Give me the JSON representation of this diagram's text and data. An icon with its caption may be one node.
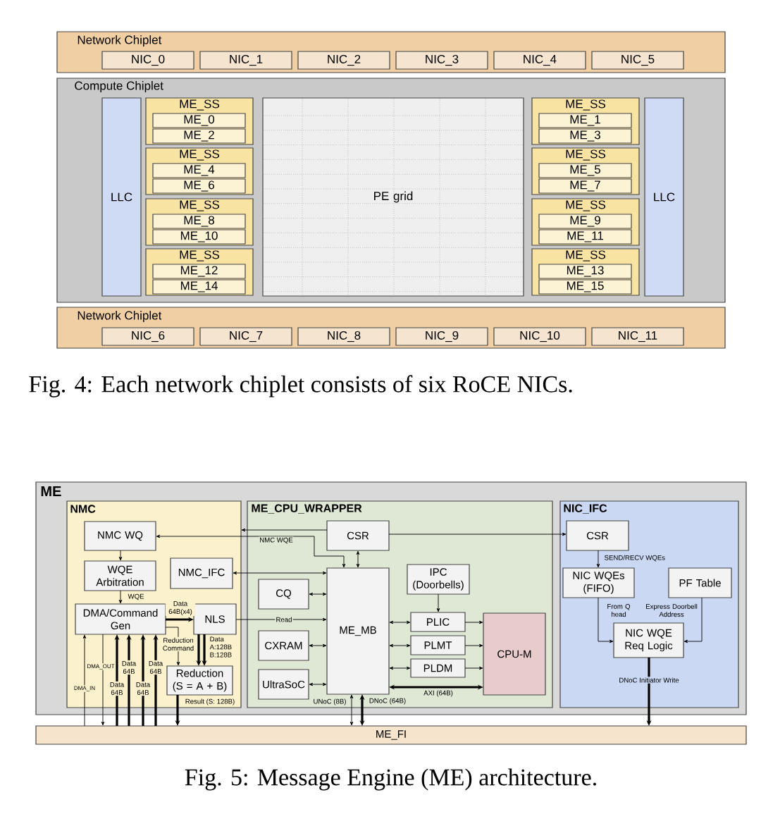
{
  "diagram": {
    "nodes": [
      {
        "text": [
          "Network Chiplet"
        ]
      },
      {
        "text": [
          "NIC_0"
        ],
        "in": 0
      },
      {
        "text": [
          "NIC_1"
        ],
        "in": 0
      },
      {
        "text": [
          "NIC_2"
        ],
        "in": 0
      },
      {
        "text": [
          "NIC_3"
        ],
        "in": 0
      },
      {
        "text": [
          "NIC_4"
        ],
        "in": 0
      },
      {
        "text": [
          "NIC_5"
        ],
        "in": 0
      },
      {
        "text": [
          "Compute Chiplet"
        ]
      },
      {
        "text": [
          "LLC"
        ],
        "in": 7
      },
      {
        "text": [
          "ME_SS"
        ],
        "in": 7
      },
      {
        "text": [
          "ME_0"
        ],
        "in": 9
      },
      {
        "text": [
          "ME_2"
        ],
        "in": 9
      },
      {
        "text": [
          "ME_SS"
        ],
        "in": 7
      },
      {
        "text": [
          "ME_4"
        ],
        "in": 12
      },
      {
        "text": [
          "ME_6"
        ],
        "in": 12
      },
      {
        "text": [
          "ME_SS"
        ],
        "in": 7
      },
      {
        "text": [
          "ME_8"
        ],
        "in": 15
      },
      {
        "text": [
          "ME_10"
        ],
        "in": 15
      },
      {
        "text": [
          "ME_SS"
        ],
        "in": 7
      },
      {
        "text": [
          "ME_12"
        ],
        "in": 18
      },
      {
        "text": [
          "ME_14"
        ],
        "in": 18
      },
      {
        "text": [
          "PE grid"
        ],
        "in": 7
      },
      {
        "text": [
          "ME_SS"
        ],
        "in": 7
      },
      {
        "text": [
          "ME_1"
        ],
        "in": 22
      },
      {
        "text": [
          "ME_3"
        ],
        "in": 22
      },
      {
        "text": [
          "ME_SS"
        ],
        "in": 7
      },
      {
        "text": [
          "ME_5"
        ],
        "in": 25
      },
      {
        "text": [
          "ME_7"
        ],
        "in": 25
      },
      {
        "text": [
          "ME_SS"
        ],
        "in": 7
      },
      {
        "text": [
          "ME_9"
        ],
        "in": 28
      },
      {
        "text": [
          "ME_11"
        ],
        "in": 28
      },
      {
        "text": [
          "ME_SS"
        ],
        "in": 7
      },
      {
        "text": [
          "ME_13"
        ],
        "in": 31
      },
      {
        "text": [
          "ME_15"
        ],
        "in": 31
      },
      {
        "text": [
          "LLC"
        ],
        "in": 7
      },
      {
        "text": [
          "Network Chiplet"
        ]
      },
      {
        "text": [
          "NIC_6"
        ],
        "in": 35
      },
      {
        "text": [
          "NIC_7"
        ],
        "in": 35
      },
      {
        "text": [
          "NIC_8"
        ],
        "in": 35
      },
      {
        "text": [
          "NIC_9"
        ],
        "in": 35
      },
      {
        "text": [
          "NIC_10"
        ],
        "in": 35
      },
      {
        "text": [
          "NIC_11"
        ],
        "in": 35
      },
      {
        "text": [
          "ME"
        ]
      },
      {
        "text": [
          "NMC"
        ],
        "in": 42
      },
      {
        "text": [
          "NMC WQ"
        ],
        "in": 43
      },
      {
        "text": [
          "WQE Arbitration"
        ],
        "in": 43
      },
      {
        "text": [
          "NMC_IFC"
        ],
        "in": 43
      },
      {
        "text": [
          "DMA/Command Gen"
        ],
        "in": 43
      },
      {
        "text": [
          "NLS"
        ],
        "in": 43
      },
      {
        "text": [
          "Reduction (S = A + B)"
        ],
        "in": 43
      },
      {
        "text": [
          "ME_CPU_WRAPPER"
        ],
        "in": 42
      },
      {
        "text": [
          "CSR"
        ],
        "in": 50
      },
      {
        "text": [
          "ME_MB"
        ],
        "in": 50
      },
      {
        "text": [
          "CQ"
        ],
        "in": 50
      },
      {
        "text": [
          "CXRAM"
        ],
        "in": 50
      },
      {
        "text": [
          "UltraSoC"
        ],
        "in": 50
      },
      {
        "text": [
          "IPC (Doorbells)"
        ],
        "in": 50
      },
      {
        "text": [
          "PLIC"
        ],
        "in": 50
      },
      {
        "text": [
          "PLMT"
        ],
        "in": 50
      },
      {
        "text": [
          "PLDM"
        ],
        "in": 50
      },
      {
        "text": [
          "CPU-M"
        ],
        "in": 50
      },
      {
        "text": [
          "NIC_IFC"
        ],
        "in": 42
      },
      {
        "text": [
          "CSR"
        ],
        "in": 61
      },
      {
        "text": [
          "NIC WQEs (FIFO)"
        ],
        "in": 61
      },
      {
        "text": [
          "PF Table"
        ],
        "in": 61
      },
      {
        "text": [
          "NIC WQE Req Logic"
        ],
        "in": 61
      },
      {
        "text": [
          "ME_FI"
        ]
      }
    ],
    "edges": [
      {
        "from": 51,
        "to": 43,
        "arrow": "to"
      },
      {
        "from": 44,
        "to": 52,
        "arrow": "both",
        "label": "NMC WQE"
      },
      {
        "from": 51,
        "to": 52,
        "arrow": "both"
      },
      {
        "from": 51,
        "to": 62,
        "arrow": "to"
      },
      {
        "from": 52,
        "to": 46,
        "arrow": "both"
      },
      {
        "from": 53,
        "to": 52,
        "arrow": "both"
      },
      {
        "from": 48,
        "to": 52,
        "arrow": "to",
        "label": "Read"
      },
      {
        "from": 54,
        "to": 52,
        "arrow": "both"
      },
      {
        "from": 55,
        "to": 52,
        "arrow": "both"
      },
      {
        "from": 56,
        "to": 57,
        "arrow": "to"
      },
      {
        "from": 52,
        "to": 57,
        "arrow": "both"
      },
      {
        "from": 52,
        "to": 58,
        "arrow": "both"
      },
      {
        "from": 52,
        "to": 59,
        "arrow": "both"
      },
      {
        "from": 57,
        "to": 60,
        "arrow": "to"
      },
      {
        "from": 58,
        "to": 60,
        "arrow": "to"
      },
      {
        "from": 59,
        "to": 60,
        "arrow": "to"
      },
      {
        "from": 52,
        "to": 60,
        "arrow": "both",
        "style": "thick",
        "label": "AXI (64B)"
      },
      {
        "from": 52,
        "to": 66,
        "arrow": "both",
        "label": "UNoC (8B)"
      },
      {
        "from": 52,
        "to": 66,
        "arrow": "both",
        "style": "thick",
        "label": "DNoC (64B)"
      },
      {
        "from": 44,
        "to": 45,
        "arrow": "to"
      },
      {
        "from": 45,
        "to": 47,
        "arrow": "to",
        "label": "WQE"
      },
      {
        "from": 47,
        "to": 48,
        "arrow": "to",
        "style": "thick",
        "label": "Data 64B(x4)"
      },
      {
        "from": 47,
        "to": 49,
        "arrow": "to",
        "label": "Reduction Command"
      },
      {
        "from": 48,
        "to": 49,
        "arrow": "to",
        "style": "thick"
      },
      {
        "from": 48,
        "to": 49,
        "arrow": "to",
        "style": "thick",
        "label": "Data A:128B B:128B"
      },
      {
        "from": 49,
        "to": 66,
        "arrow": "to",
        "style": "thick",
        "label": "Result (S: 128B)"
      },
      {
        "from": 66,
        "to": 47,
        "arrow": "to",
        "label": "DMA_IN"
      },
      {
        "from": 47,
        "to": 66,
        "arrow": "to",
        "label": "DMA_OUT"
      },
      {
        "from": 66,
        "to": 47,
        "arrow": "to",
        "style": "thick",
        "label": "Data 64B"
      },
      {
        "from": 66,
        "to": 47,
        "arrow": "to",
        "style": "thick",
        "label": "Data 64B"
      },
      {
        "from": 66,
        "to": 47,
        "arrow": "to",
        "style": "thick",
        "label": "Data 64B"
      },
      {
        "from": 66,
        "to": 47,
        "arrow": "to",
        "style": "thick",
        "label": "Data 64B"
      },
      {
        "from": 62,
        "to": 63,
        "arrow": "to",
        "label": "SEND/RECV WQEs"
      },
      {
        "from": 63,
        "to": 65,
        "arrow": "to",
        "label": "From Q head"
      },
      {
        "from": 64,
        "to": 65,
        "arrow": "to",
        "label": "Express Doorbell Address"
      },
      {
        "from": 65,
        "to": 66,
        "arrow": "to",
        "style": "thick",
        "label": "DNoC Initiator Write"
      }
    ],
    "labels": [
      "Fig. 4: Each network chiplet consists of six RoCE NICs.",
      "Fig. 5: Message Engine (ME) architecture."
    ]
  }
}
